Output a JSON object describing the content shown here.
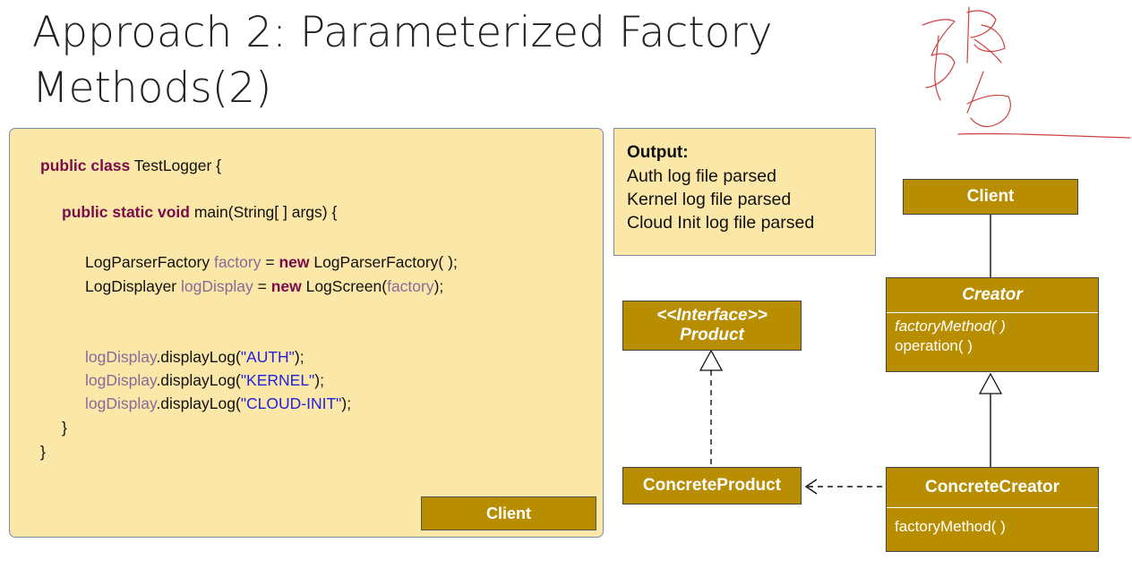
{
  "slide": {
    "title": "Approach 2: Parameterized Factory Methods(2)"
  },
  "code": {
    "class_kw": "public class",
    "class_rest": " TestLogger {",
    "main_kw": "public static void",
    "main_rest": " main(String[ ] args) {",
    "l3_type": "LogParserFactory ",
    "l3_var": "factory",
    "l3_eq": " = ",
    "l3_new": "new",
    "l3_rest": " LogParserFactory( );",
    "l4_type": "LogDisplayer ",
    "l4_var": "logDisplay",
    "l4_eq": " = ",
    "l4_new": "new",
    "l4_mid": " LogScreen(",
    "l4_arg": "factory",
    "l4_end": ");",
    "call_var": "logDisplay",
    "call_method": ".displayLog(",
    "call_end": ");",
    "args": [
      "\"AUTH\"",
      "\"KERNEL\"",
      "\"CLOUD-INIT\""
    ],
    "close_inner": "}",
    "close_outer": "}",
    "client_label": "Client"
  },
  "output": {
    "heading": "Output:",
    "lines": [
      "Auth log file parsed",
      "Kernel log file parsed",
      "Cloud Init log file parsed"
    ]
  },
  "uml": {
    "client": "Client",
    "creator": "Creator",
    "creator_methods": [
      "factoryMethod( )",
      "operation( )"
    ],
    "product_stereotype": "<<Interface>>",
    "product": "Product",
    "concrete_product": "ConcreteProduct",
    "concrete_creator": "ConcreteCreator",
    "concrete_creator_method": "factoryMethod( )"
  },
  "colors": {
    "panel": "#fbe7a8",
    "uml_fill": "#b88d00",
    "keyword": "#7a0c4a",
    "variable": "#8a6a9a",
    "string": "#2222dd",
    "ink": "#d04040"
  }
}
